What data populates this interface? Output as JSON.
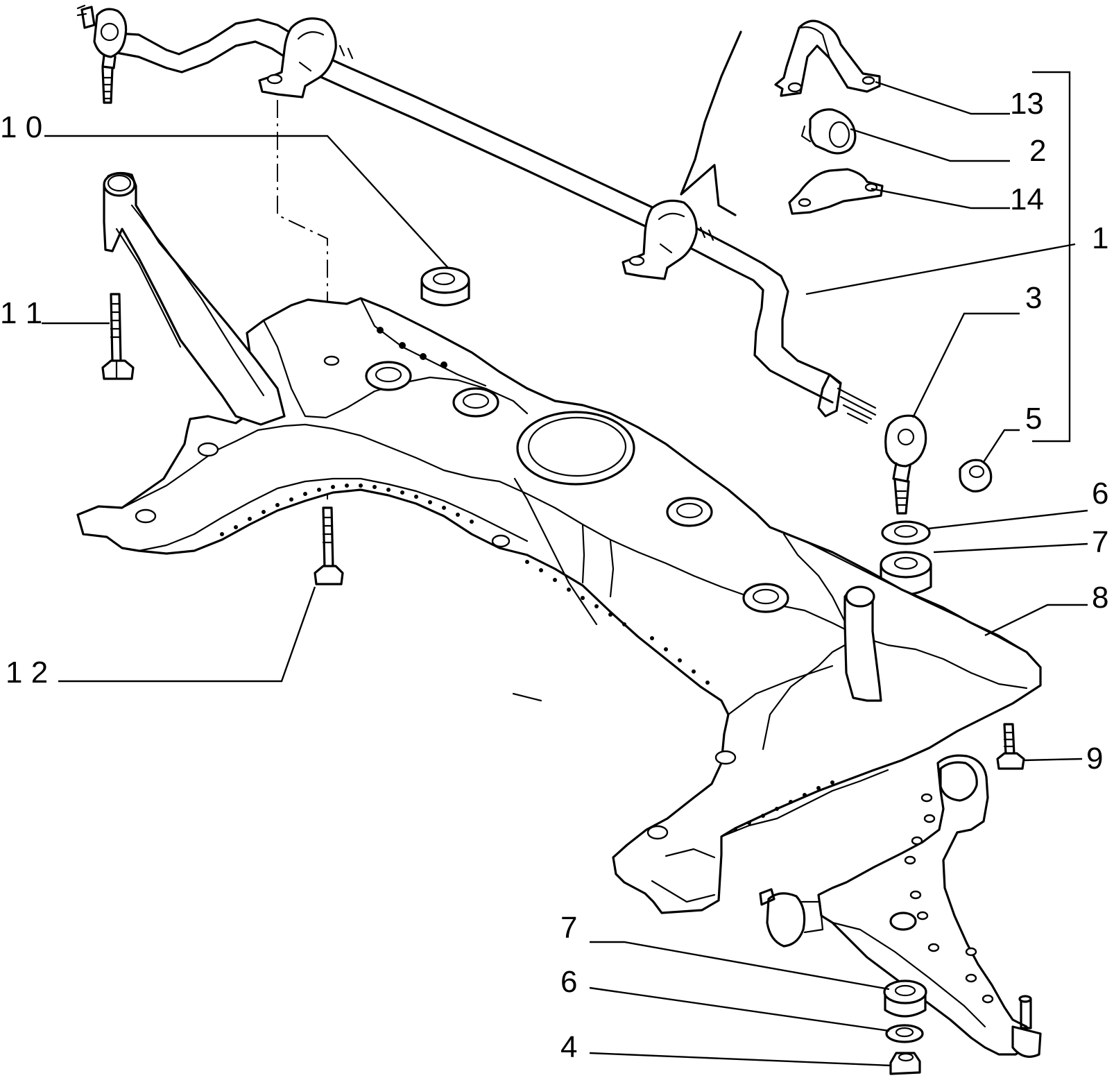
{
  "labels": {
    "p13": "13",
    "p2": "2",
    "p14": "14",
    "p1": "1",
    "p3": "3",
    "p5": "5",
    "p6a": "6",
    "p7a": "7",
    "p8": "8",
    "p9": "9",
    "p10": "1 0",
    "p11": "1 1",
    "p12": "1 2",
    "p7b": "7",
    "p6b": "6",
    "p4": "4"
  }
}
